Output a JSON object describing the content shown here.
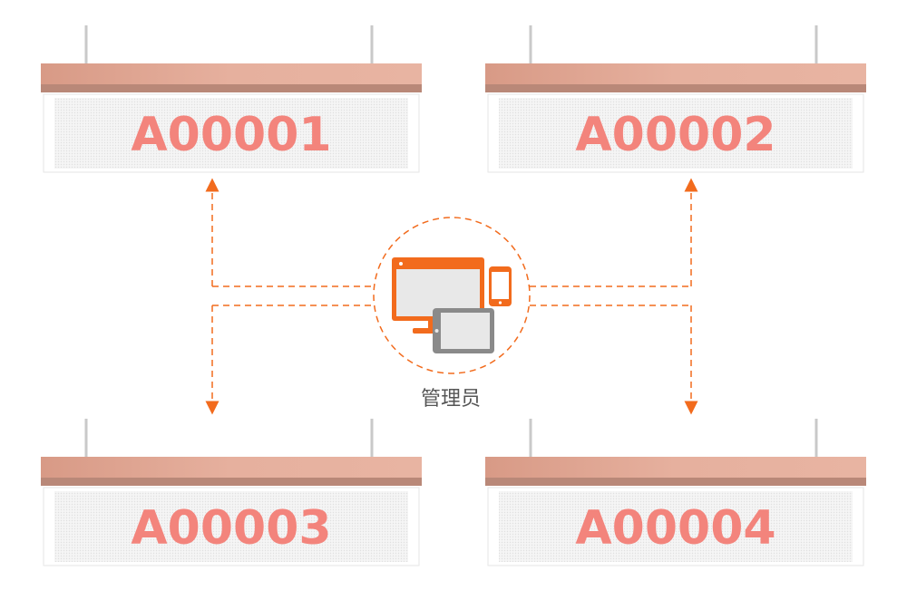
{
  "signs": [
    {
      "code": "A00001"
    },
    {
      "code": "A00002"
    },
    {
      "code": "A00003"
    },
    {
      "code": "A00004"
    }
  ],
  "admin": {
    "label": "管理员"
  },
  "colors": {
    "connector": "#f26b1d",
    "sign_text": "#f3847c",
    "housing_top": "#e4ab98",
    "housing_dark": "#b78674",
    "monitor_frame": "#f26b1d",
    "device_gray": "#8a8a8a",
    "screen": "#e8e8e8"
  }
}
